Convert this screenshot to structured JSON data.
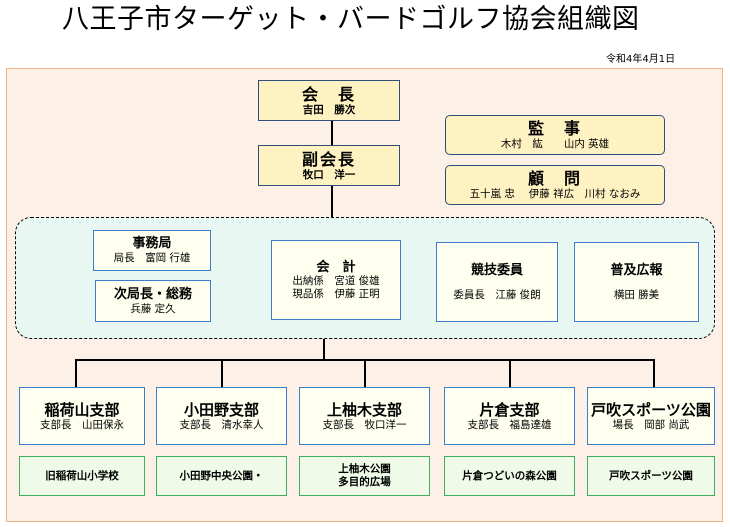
{
  "title": "八王子市ターゲット・バードゴルフ協会組織図",
  "date": "令和4年4月1日",
  "chairman": {
    "role": "会　長",
    "name": "吉田　勝次"
  },
  "vice_chairman": {
    "role": "副会長",
    "name": "牧口　洋一"
  },
  "auditor": {
    "role": "監　事",
    "names": "木村　紘　　山内 英雄"
  },
  "advisor": {
    "role": "顧　問",
    "names": "五十嵐 忠　 伊藤 祥広　川村 なおみ"
  },
  "office": {
    "secretariat": {
      "role": "事務局",
      "detail": "局長　富岡 行雄"
    },
    "deputy": {
      "role": "次局長・総務",
      "detail": "兵藤 定久"
    },
    "accounting": {
      "role": "会　計",
      "line1": "出納係　宮道 俊雄",
      "line2": "現品係　伊藤 正明"
    },
    "competition": {
      "role": "競技委員",
      "detail": "委員長　江藤 俊朗"
    },
    "promotion": {
      "role": "普及広報",
      "detail": "横田 勝美"
    }
  },
  "branches": [
    {
      "name": "稲荷山支部",
      "leader": "支部長　山田保永",
      "facility": [
        "旧稲荷山小学校"
      ]
    },
    {
      "name": "小田野支部",
      "leader": "支部長　清水幸人",
      "facility": [
        "小田野中央公園・"
      ]
    },
    {
      "name": "上柚木支部",
      "leader": "支部長　牧口洋一",
      "facility": [
        "上柚木公園",
        "多目的広場"
      ]
    },
    {
      "name": "片倉支部",
      "leader": "支部長　福島達雄",
      "facility": [
        "片倉つどいの森公園"
      ]
    },
    {
      "name": "戸吹スポーツ公園",
      "leader": "場長　岡部 尚武",
      "facility": [
        "戸吹スポーツ公園"
      ]
    }
  ]
}
